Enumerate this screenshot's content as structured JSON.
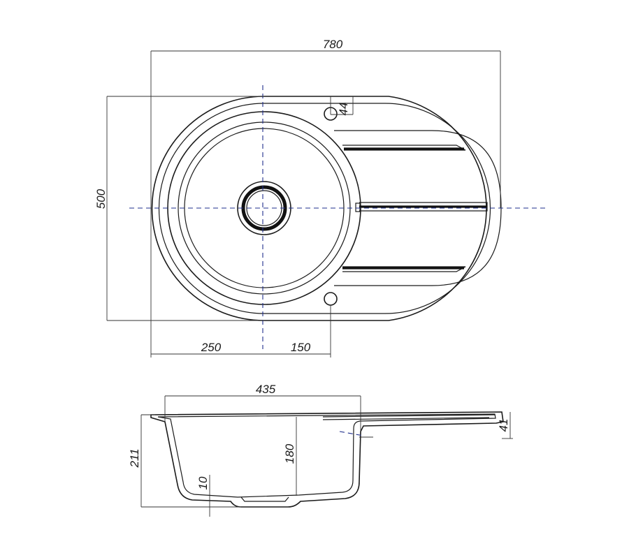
{
  "dimensions": {
    "overall_width": "780",
    "overall_depth": "500",
    "tap_hole_offset": "44",
    "bowl_center_offset": "250",
    "overflow_offset": "150",
    "bowl_width": "435",
    "total_height": "211",
    "bowl_depth": "180",
    "wall_thickness": "10",
    "drainboard_thickness": "41"
  },
  "colors": {
    "outline": "#1a1a1a",
    "centerline": "#1f2f8c",
    "background": "#ffffff"
  }
}
